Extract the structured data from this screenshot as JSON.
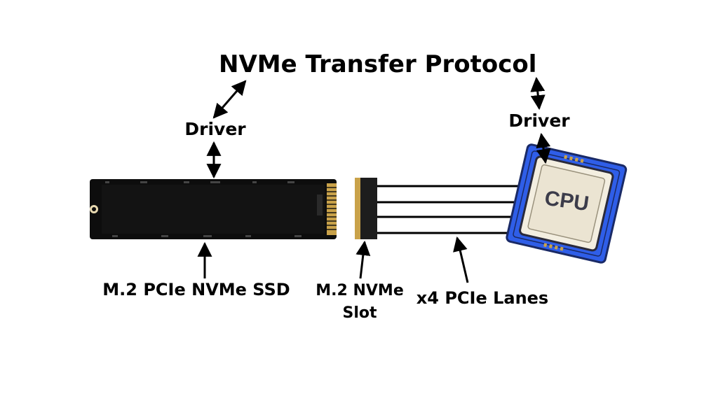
{
  "title": "NVMe Transfer Protocol",
  "labels": {
    "driver_left": "Driver",
    "driver_right": "Driver",
    "ssd": "M.2 PCIe NVMe SSD",
    "slot_line1": "M.2 NVMe",
    "slot_line2": "Slot",
    "lanes": "x4 PCIe Lanes",
    "cpu": "CPU"
  },
  "colors": {
    "cpu_blue": "#2f5ee8",
    "cpu_die": "#f3eee0",
    "ssd_board": "#0d0d0d",
    "gold_contacts": "#c9a24a",
    "lines": "#000000"
  },
  "icons": [
    "double-arrow-icon",
    "ssd-image",
    "slot-connector",
    "cpu-chip-image"
  ]
}
